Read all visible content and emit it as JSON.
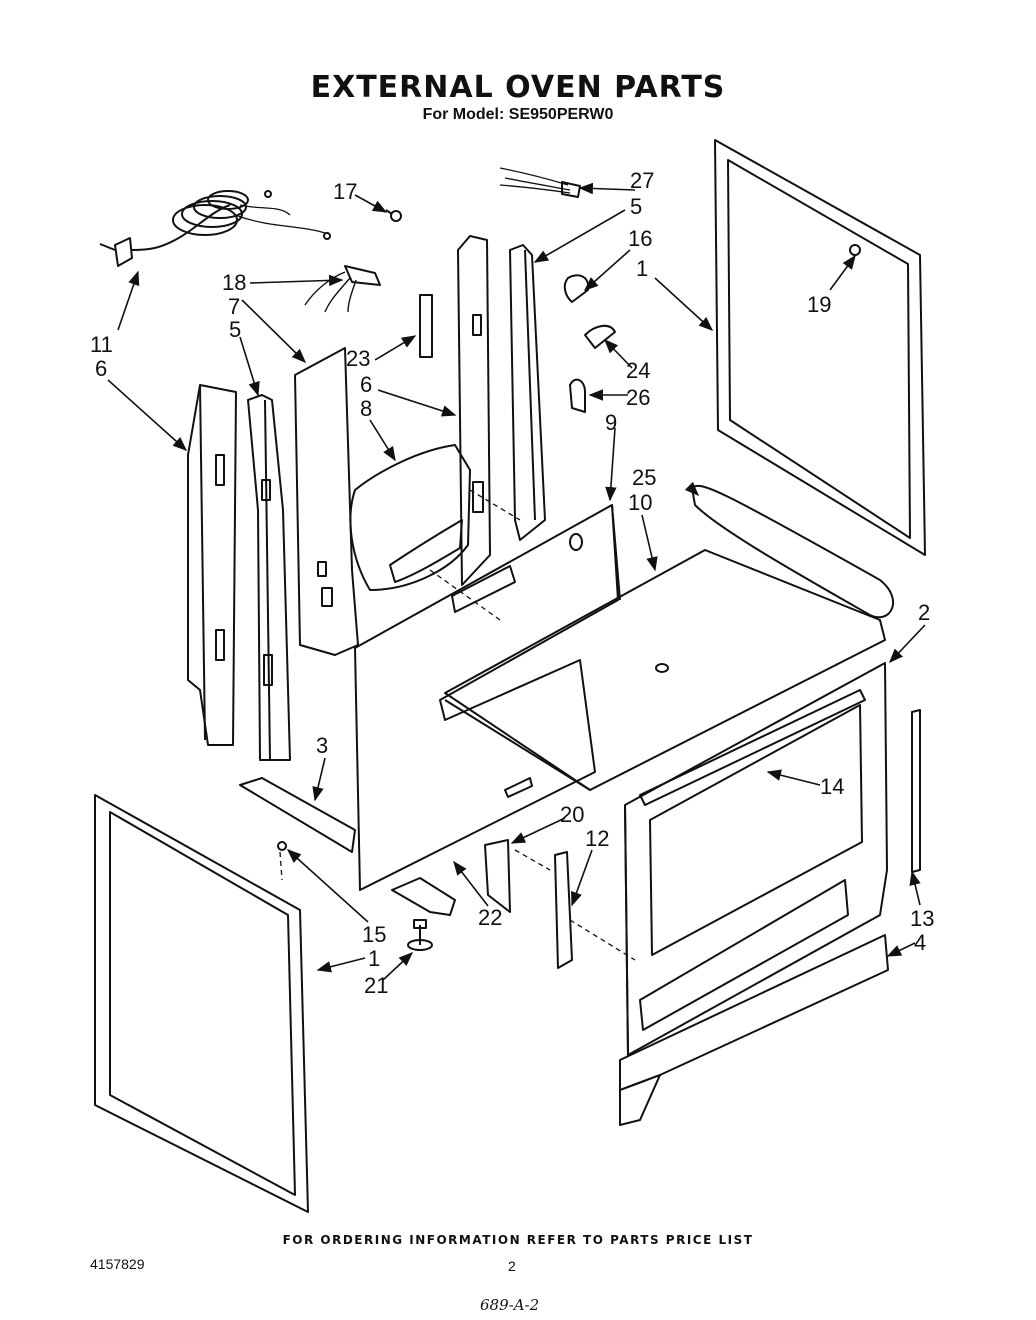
{
  "title": "EXTERNAL OVEN PARTS",
  "model_line": "For Model: SE950PERW0",
  "callouts": {
    "c1a": "1",
    "c1b": "1",
    "c2": "2",
    "c3": "3",
    "c4": "4",
    "c5a": "5",
    "c5b": "5",
    "c6a": "6",
    "c6b": "6",
    "c7": "7",
    "c8": "8",
    "c9": "9",
    "c10": "10",
    "c11": "11",
    "c12": "12",
    "c13": "13",
    "c14": "14",
    "c15": "15",
    "c16": "16",
    "c17": "17",
    "c18": "18",
    "c19": "19",
    "c20": "20",
    "c21": "21",
    "c22": "22",
    "c23": "23",
    "c24": "24",
    "c25": "25",
    "c26": "26",
    "c27": "27"
  },
  "footer_note": "FOR ORDERING INFORMATION REFER TO PARTS PRICE LIST",
  "doc_number": "4157829",
  "page_number": "2",
  "handwritten_code": "689-A-2",
  "colors": {
    "ink": "#111111",
    "paper": "#ffffff"
  }
}
